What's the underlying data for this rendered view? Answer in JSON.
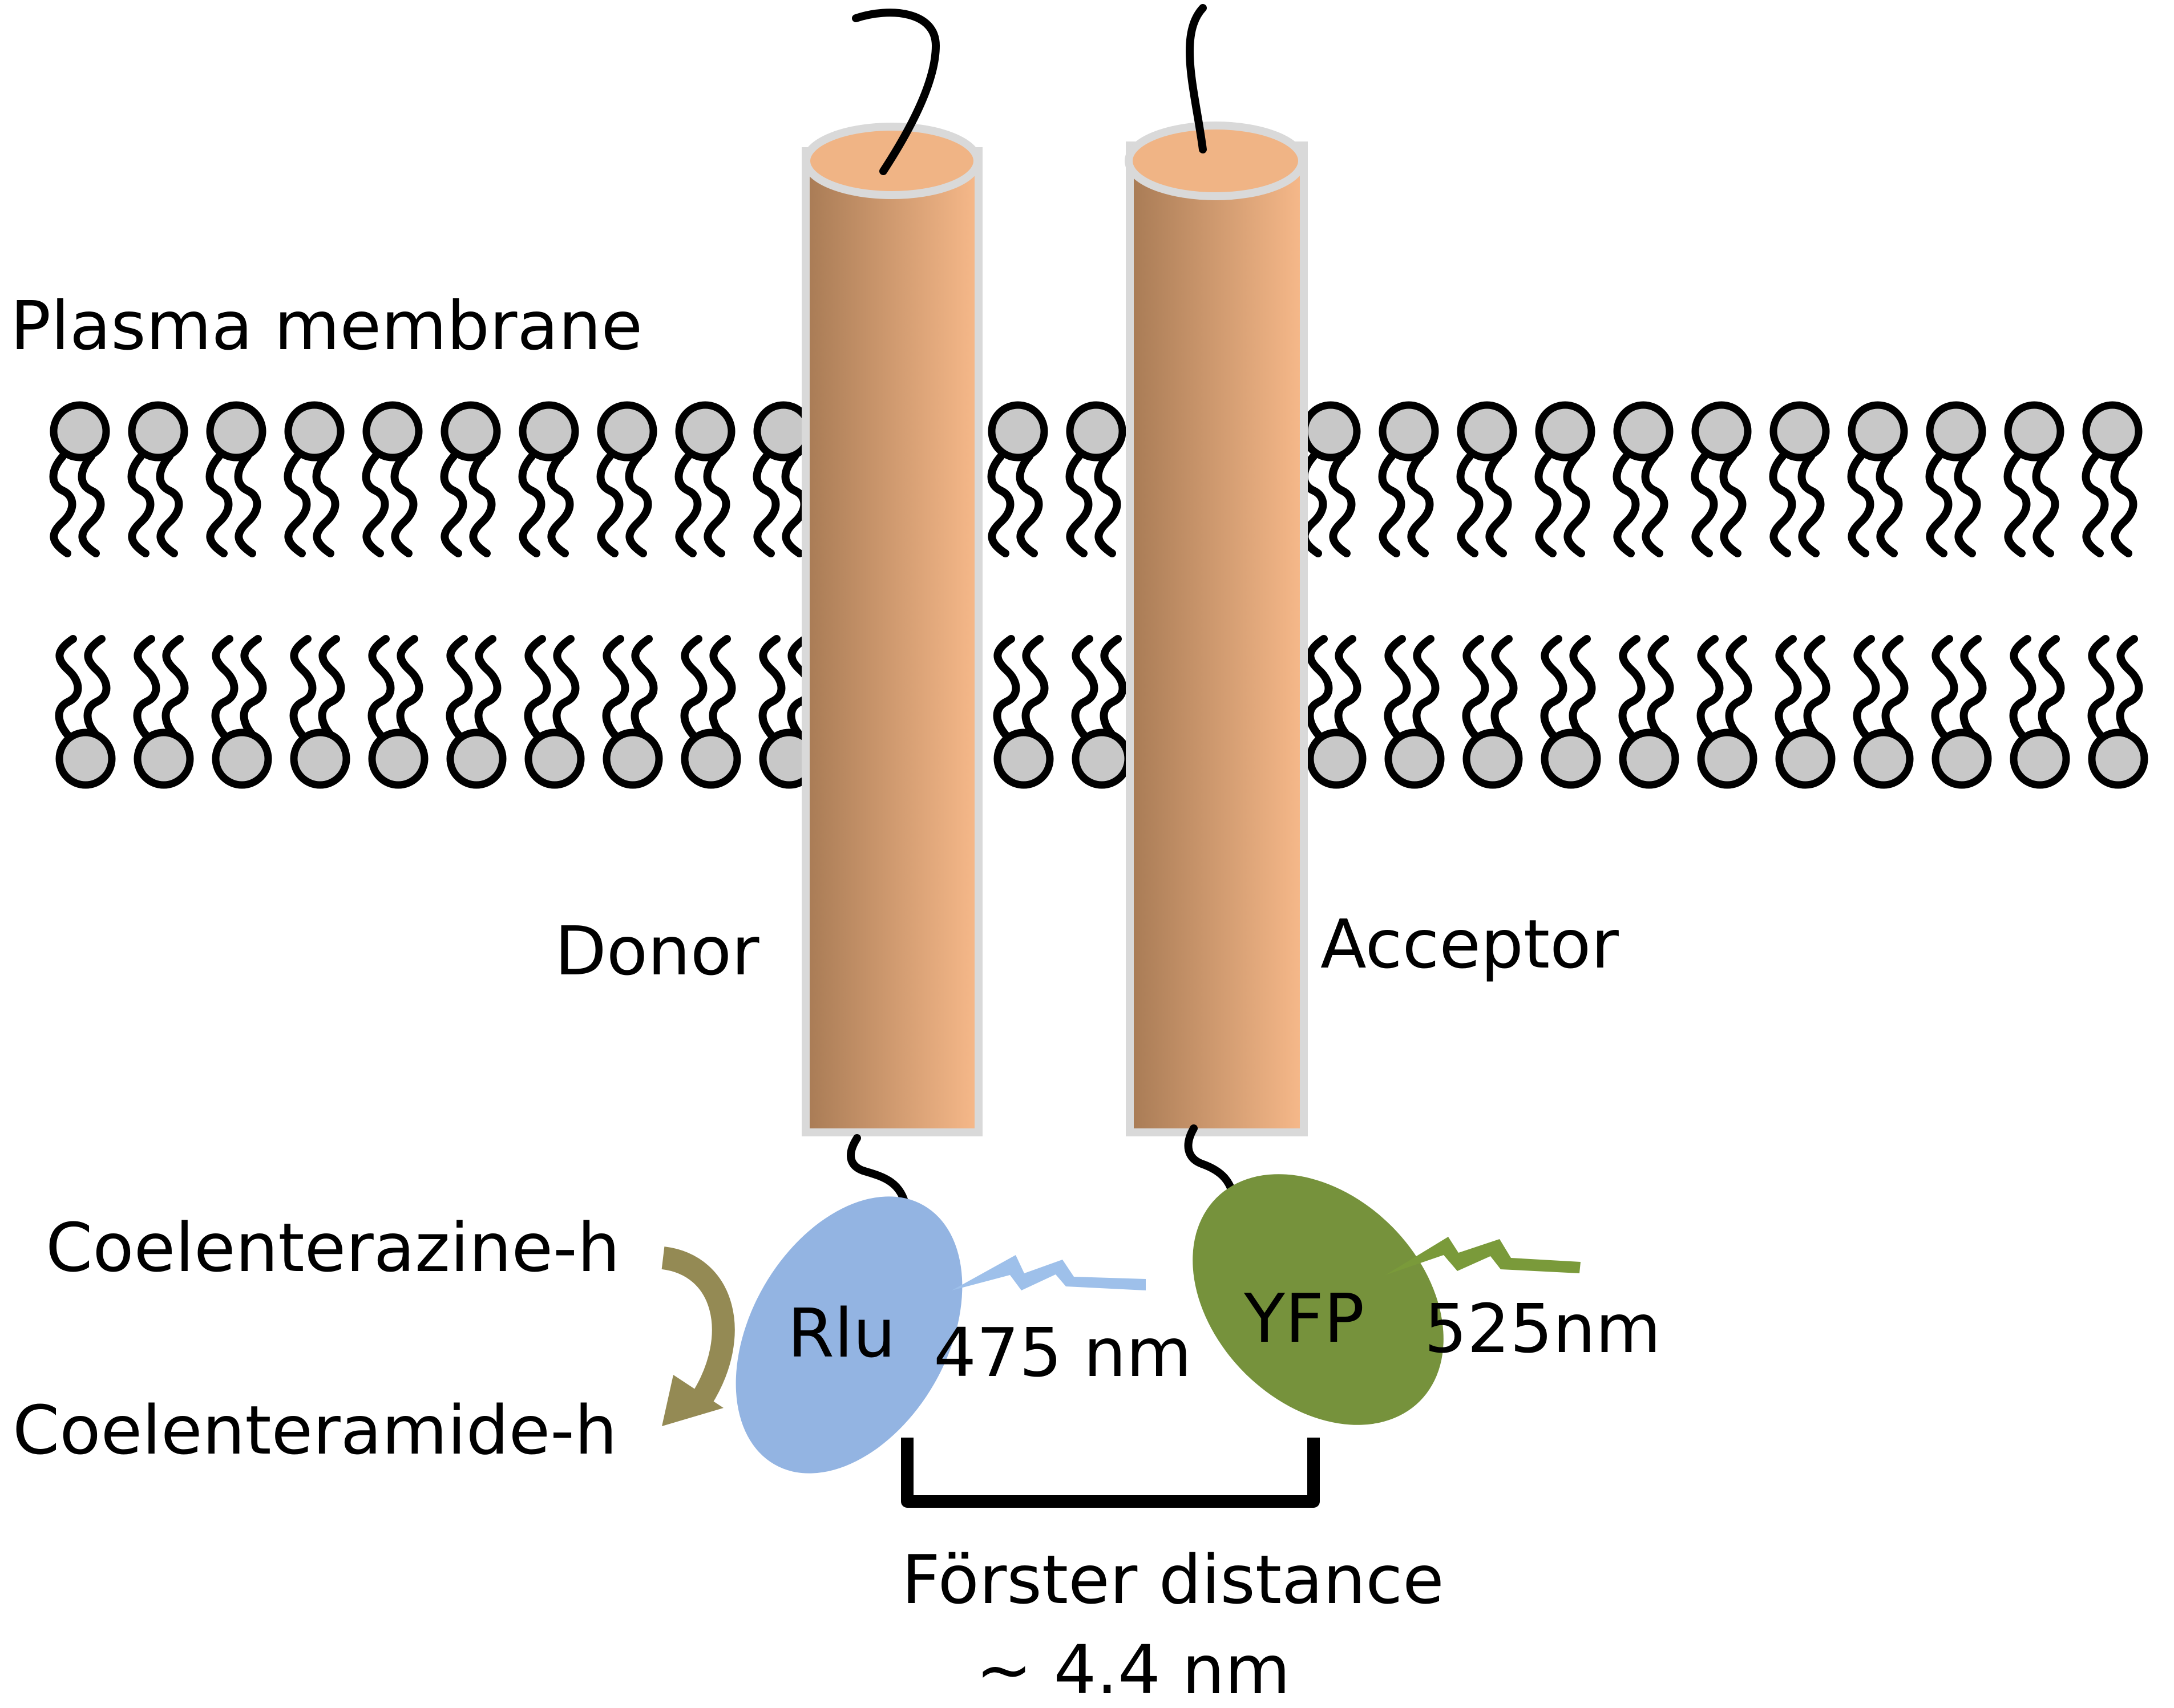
{
  "labels": {
    "membrane": "Plasma membrane",
    "donor": "Donor",
    "acceptor": "Acceptor",
    "substrate": "Coelenterazine-h",
    "product": "Coelenteramide-h",
    "rlu": "Rlu",
    "yfp": "YFP",
    "emission_donor": "475 nm",
    "emission_acceptor": "525nm",
    "forster_line1": "Förster distance",
    "forster_line2": "~ 4.4 nm"
  },
  "colors": {
    "lipid_head": "#c8c8c8",
    "outline": "#000000",
    "helix_dark": "#a87b55",
    "helix_light": "#f7b98a",
    "helix_top": "#f0b485",
    "helix_border": "#d9d9d9",
    "rlu": "#93b4e2",
    "yfp": "#76923c",
    "donor_bolt": "#9ec0ea",
    "acceptor_bolt": "#7a9a3a",
    "reaction_arrow": "#948a54"
  }
}
